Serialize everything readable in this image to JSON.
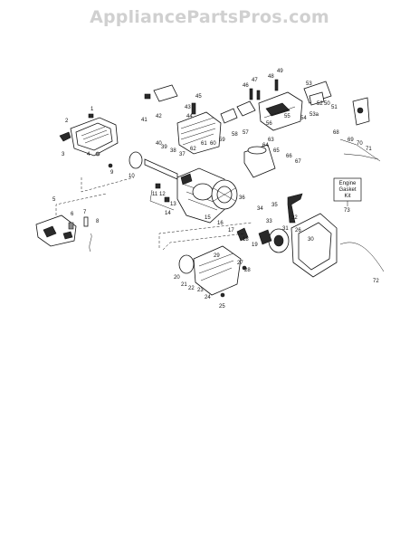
{
  "watermark": "AppliancePartsPros.com",
  "kit_box": {
    "line1": "Engine",
    "line2": "Gasket",
    "line3": "Kit",
    "number": "73"
  },
  "labels": [
    "1",
    "2",
    "3",
    "4",
    "5",
    "6",
    "7",
    "8",
    "9",
    "10",
    "11",
    "12",
    "13",
    "14",
    "15",
    "16",
    "17",
    "18",
    "19",
    "20",
    "21",
    "22",
    "23",
    "24",
    "25",
    "26",
    "27",
    "28",
    "29",
    "30",
    "31",
    "32",
    "33",
    "34",
    "35",
    "36",
    "37",
    "38",
    "39",
    "40",
    "41",
    "42",
    "43",
    "44",
    "45",
    "46",
    "47",
    "48",
    "49",
    "50",
    "51",
    "52",
    "53",
    "53a",
    "54",
    "55",
    "56",
    "57",
    "58",
    "59",
    "60",
    "61",
    "62",
    "63",
    "64",
    "65",
    "66",
    "67",
    "68",
    "69",
    "70",
    "71",
    "72"
  ]
}
